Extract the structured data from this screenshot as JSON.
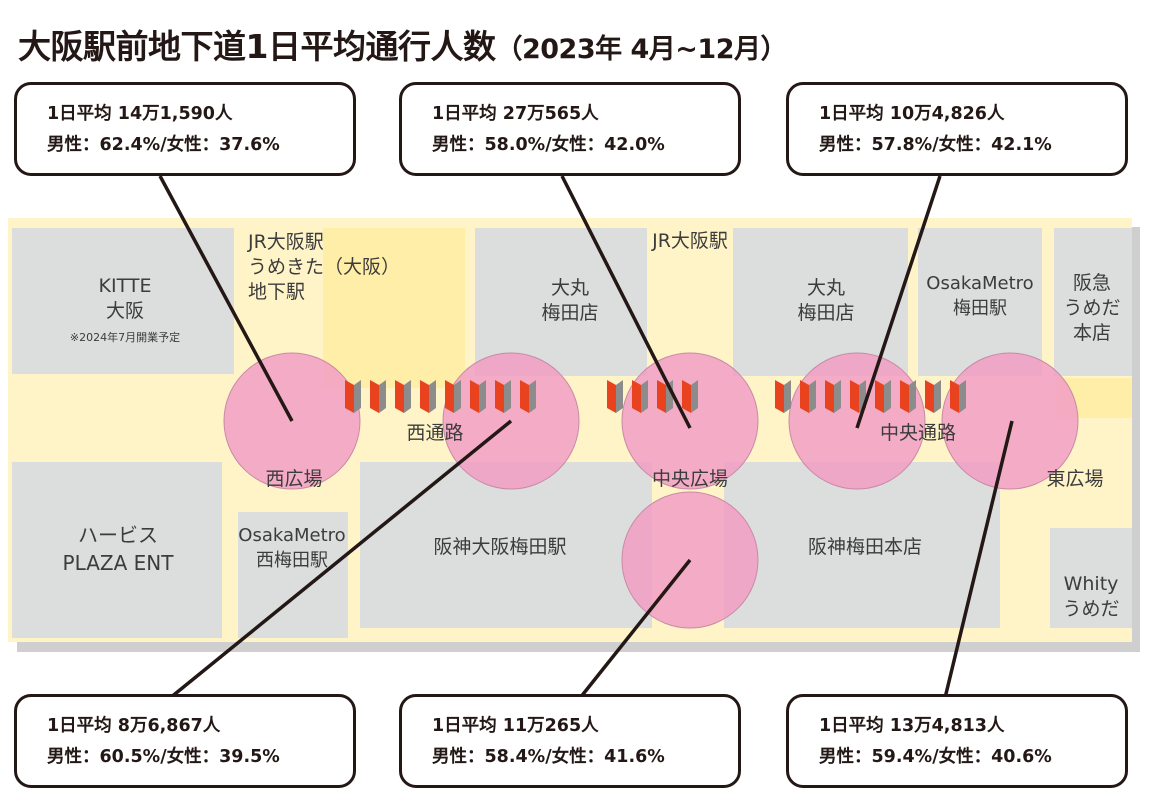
{
  "title": "大阪駅前地下道1日平均通行人数",
  "subtitle": "（2023年 4月~12月）",
  "colors": {
    "passage": "#fff4c8",
    "building": "#dcdddd",
    "circle": "#f29ec4",
    "border": "#231815",
    "flap_red": "#e8431e",
    "flap_grey": "#8c8c8c"
  },
  "map_labels": {
    "kitte": "KITTE",
    "kitte_osaka": "大阪",
    "kitte_note": "※2024年7月開業予定",
    "jr_umekita_1": "JR大阪駅",
    "jr_umekita_2": "うめきた（大阪）",
    "jr_umekita_3": "地下駅",
    "jr_osaka": "JR大阪駅",
    "daimaru1_1": "大丸",
    "daimaru1_2": "梅田店",
    "daimaru2_1": "大丸",
    "daimaru2_2": "梅田店",
    "metro_umeda_1": "OsakaMetro",
    "metro_umeda_2": "梅田駅",
    "hankyu_1": "阪急",
    "hankyu_2": "うめだ",
    "hankyu_3": "本店",
    "nishi_tsuro": "西通路",
    "chuo_tsuro": "中央通路",
    "nishi_hiroba": "西広場",
    "chuo_hiroba": "中央広場",
    "higashi_hiroba": "東広場",
    "herbis_1": "ハービス",
    "herbis_2": "PLAZA ENT",
    "metro_nishi_1": "OsakaMetro",
    "metro_nishi_2": "西梅田駅",
    "hanshin_osaka": "阪神大阪梅田駅",
    "hanshin_honten": "阪神梅田本店",
    "whity_1": "Whity",
    "whity_2": "うめだ"
  },
  "callouts": [
    {
      "id": "west-plaza",
      "count": "1日平均 14万1,590人",
      "gender": "男性：62.4%/女性：37.6%"
    },
    {
      "id": "central-plaza",
      "count": "1日平均 27万565人",
      "gender": "男性：58.0%/女性：42.0%"
    },
    {
      "id": "central-passage",
      "count": "1日平均 10万4,826人",
      "gender": "男性：57.8%/女性：42.1%"
    },
    {
      "id": "west-passage",
      "count": "1日平均 8万6,867人",
      "gender": "男性：60.5%/女性：39.5%"
    },
    {
      "id": "central-plaza-south",
      "count": "1日平均 11万265人",
      "gender": "男性：58.4%/女性：41.6%"
    },
    {
      "id": "east-plaza",
      "count": "1日平均 13万4,813人",
      "gender": "男性：59.4%/女性：40.6%"
    }
  ]
}
